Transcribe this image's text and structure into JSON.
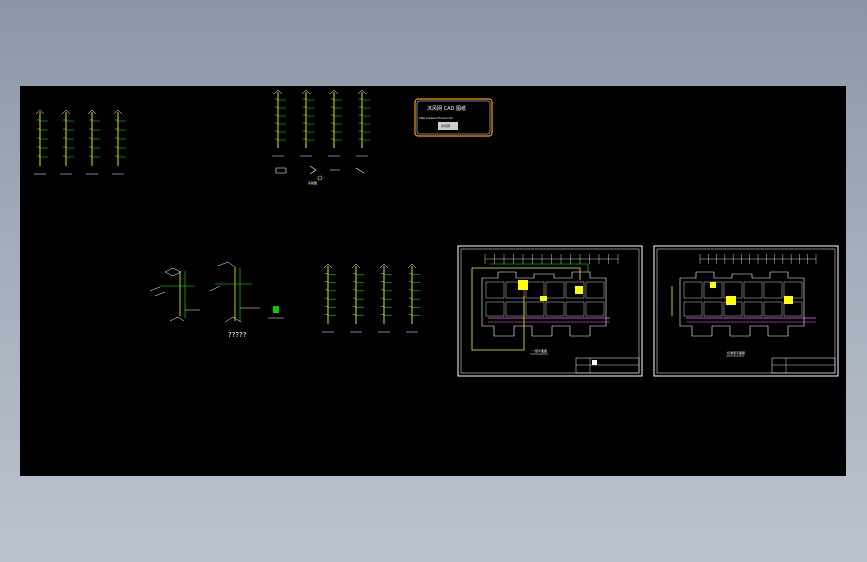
{
  "viewer": {
    "canvas_label": "CAD drawing viewer canvas",
    "colors": {
      "background": "#000000",
      "page_gradient_top": "#8a96a8",
      "page_gradient_bottom": "#bcc3cf",
      "riser_line": "#ffff00",
      "riser_tick": "#00ff00",
      "sheet_border": "#ffffff",
      "title_block_border": "#ff9900",
      "partition_line": "#ff66ff",
      "room_fill": "#ffff00"
    }
  },
  "title_block": {
    "heading": "沐风网 CAD 图纸",
    "url": "http://www.mfcad.com",
    "stamp": "沐风网"
  },
  "labels": {
    "isometric_caption": "?????",
    "sheet1_caption": "一层平面图",
    "sheet2_caption": "标准层平面图"
  },
  "icons": {
    "pump_marker": "green-pump-icon"
  }
}
